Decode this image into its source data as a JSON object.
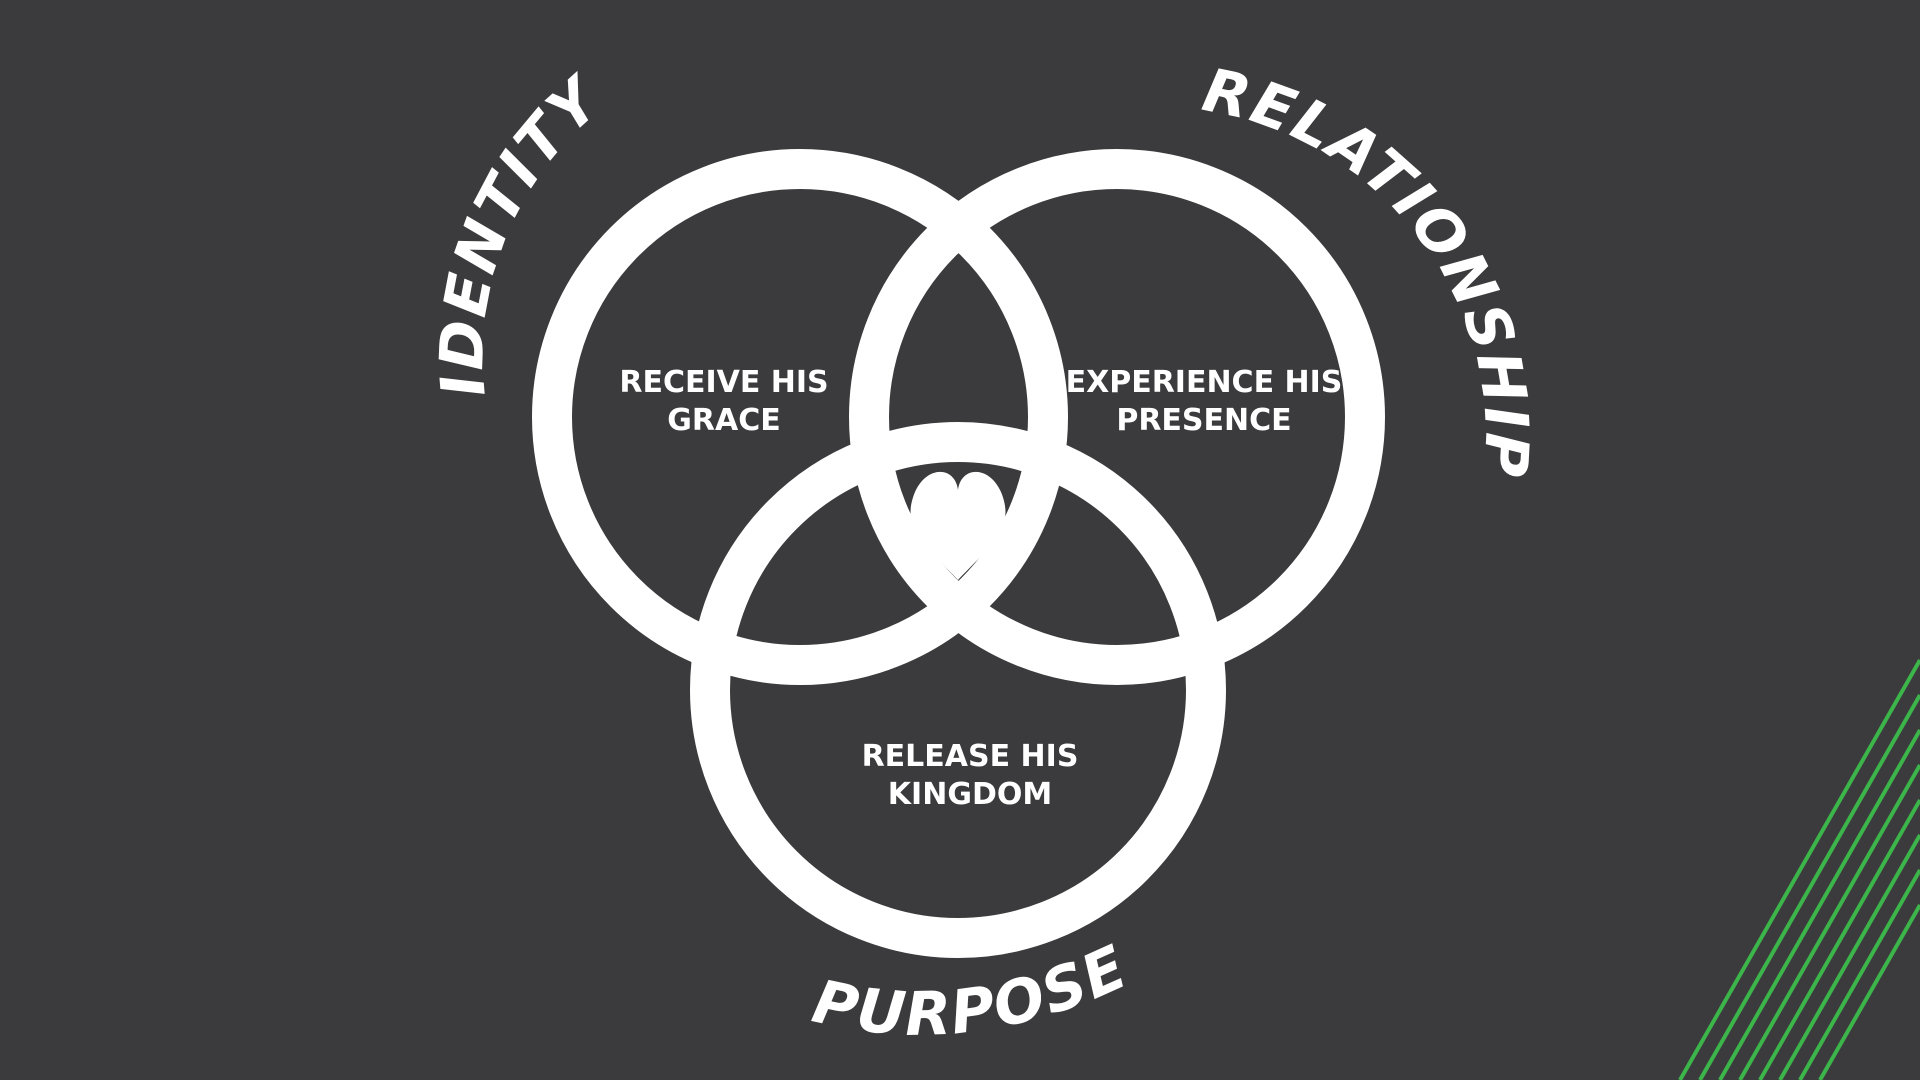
{
  "diagram": {
    "outer_labels": {
      "identity": "IDENTITY",
      "relationship": "RELATIONSHIP",
      "purpose": "PURPOSE"
    },
    "circles": {
      "left": {
        "line1": "RECEIVE HIS",
        "line2": "GRACE"
      },
      "right": {
        "line1": "EXPERIENCE HIS",
        "line2": "PRESENCE"
      },
      "bottom": {
        "line1": "RELEASE HIS",
        "line2": "KINGDOM"
      }
    },
    "center_icon": "heart-icon"
  },
  "colors": {
    "background": "#3b3b3d",
    "foreground": "#ffffff",
    "accent": "#3cb54a"
  }
}
